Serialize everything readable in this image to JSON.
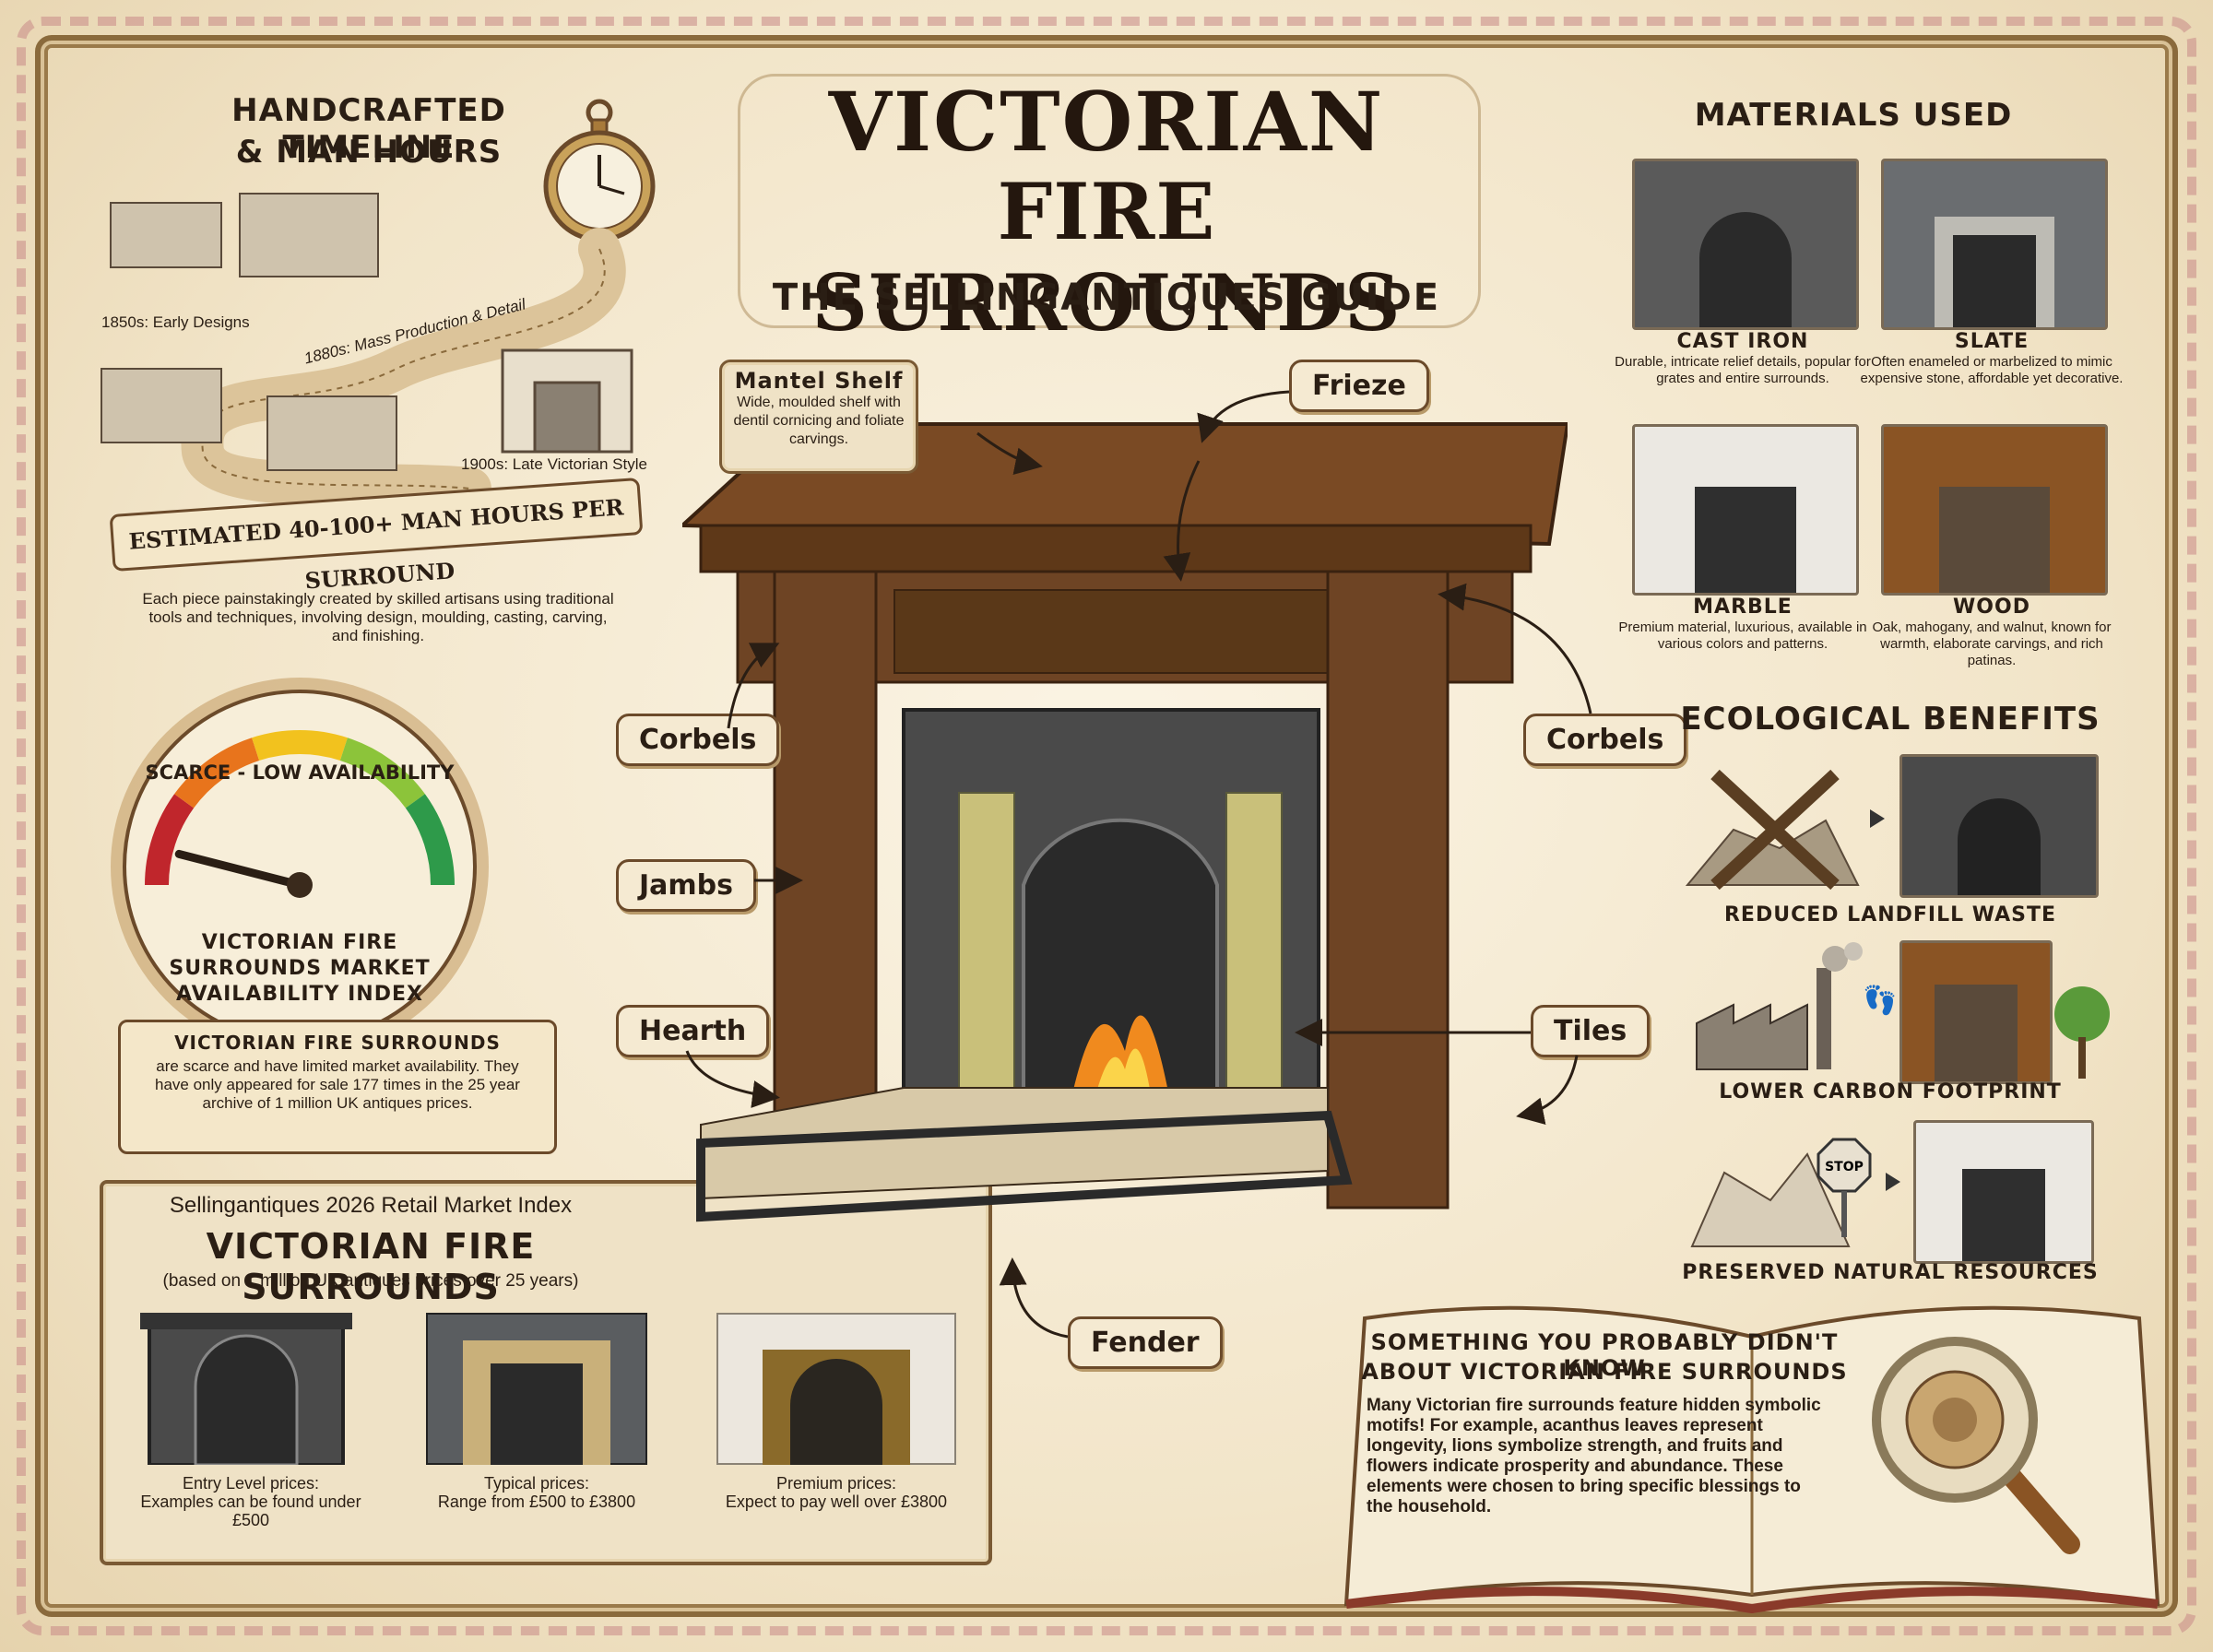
{
  "title": {
    "line1": "VICTORIAN",
    "line2": "FIRE SURROUNDS",
    "subtitle": "THE SELLINGANTIQUES GUIDE"
  },
  "timeline": {
    "heading_line1": "HANDCRAFTED TIMELINE",
    "heading_line2": "& MAN HOURS",
    "stage1": "1850s: Early Designs",
    "stage2": "1880s: Mass Production & Detail",
    "stage3": "1900s: Late Victorian Style",
    "banner": "ESTIMATED 40-100+ MAN HOURS PER SURROUND",
    "description": "Each piece painstakingly created by skilled artisans using traditional tools and techniques, involving design, moulding, casting, carving, and finishing."
  },
  "gauge": {
    "arc_label": "SCARCE - LOW AVAILABILITY",
    "title_line1": "VICTORIAN FIRE",
    "title_line2": "SURROUNDS MARKET",
    "title_line3": "AVAILABILITY INDEX",
    "level": 0.08,
    "colors": [
      "#c0262c",
      "#e8741c",
      "#f2c21e",
      "#8cc43a",
      "#2e9a4a"
    ],
    "scroll_title": "VICTORIAN FIRE SURROUNDS",
    "scroll_text": "are scarce and have limited market availability. They have only appeared for sale 177 times in the 25 year archive of 1 million UK antiques prices."
  },
  "market_index": {
    "line1": "Sellingantiques 2026 Retail Market Index",
    "line2": "VICTORIAN FIRE SURROUNDS",
    "line3": "(based on 1 million UK antiques prices over 25 years)",
    "tiers": [
      {
        "label": "Entry Level prices:",
        "text": "Examples can be found under £500"
      },
      {
        "label": "Typical prices:",
        "text": "Range from £500 to £3800"
      },
      {
        "label": "Premium prices:",
        "text": "Expect to pay well over £3800"
      }
    ]
  },
  "diagram": {
    "mantel_title": "Mantel Shelf",
    "mantel_text": "Wide, moulded shelf with dentil cornicing and foliate carvings.",
    "frieze": "Frieze",
    "corbels_left": "Corbels",
    "corbels_right": "Corbels",
    "jambs": "Jambs",
    "hearth": "Hearth",
    "tiles": "Tiles",
    "fender": "Fender"
  },
  "materials": {
    "heading": "MATERIALS USED",
    "items": [
      {
        "name": "CAST IRON",
        "text": "Durable, intricate relief details, popular for grates and entire surrounds."
      },
      {
        "name": "SLATE",
        "text": "Often enameled or marbelized to mimic expensive stone, affordable yet decorative."
      },
      {
        "name": "MARBLE",
        "text": "Premium material, luxurious, available in various colors and patterns."
      },
      {
        "name": "WOOD",
        "text": "Oak, mahogany, and walnut, known for warmth, elaborate carvings, and rich patinas."
      }
    ]
  },
  "ecology": {
    "heading": "ECOLOGICAL BENEFITS",
    "items": [
      "REDUCED LANDFILL WASTE",
      "LOWER CARBON FOOTPRINT",
      "PRESERVED NATURAL RESOURCES"
    ],
    "stop_sign": "STOP"
  },
  "did_you_know": {
    "heading_line1": "SOMETHING YOU PROBABLY DIDN'T KNOW",
    "heading_line2": "ABOUT VICTORIAN FIRE SURROUNDS",
    "text": "Many Victorian fire surrounds feature hidden symbolic motifs! For example, acanthus leaves represent longevity, lions symbolize strength, and fruits and flowers indicate prosperity and abundance. These elements were chosen to bring specific blessings to the household."
  }
}
